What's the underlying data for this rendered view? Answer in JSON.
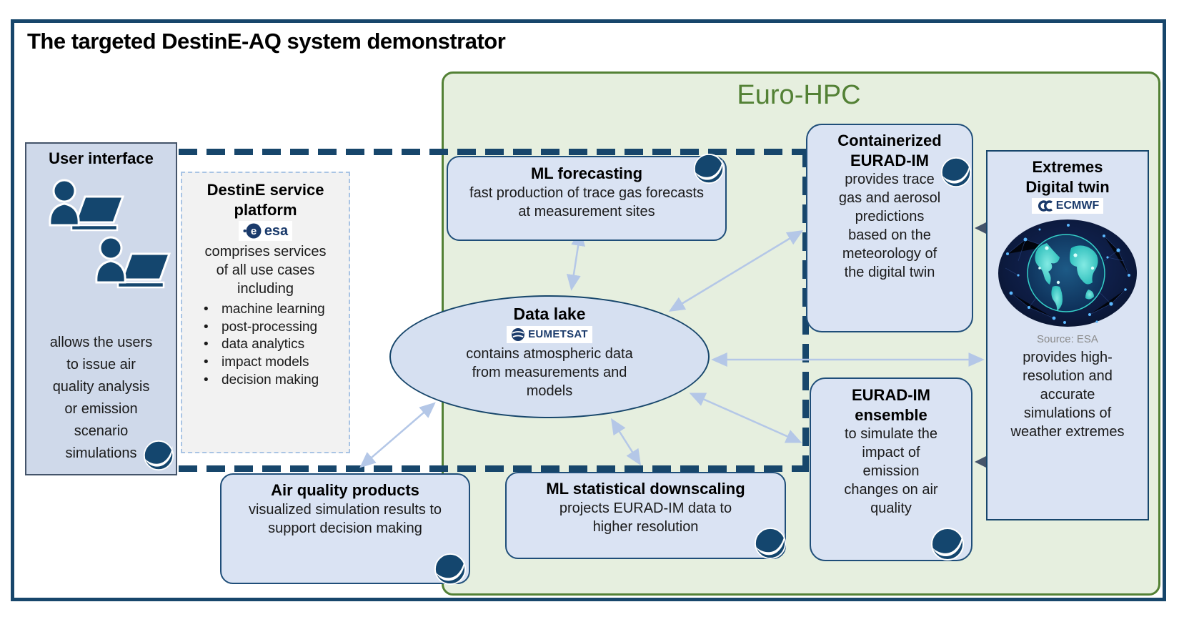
{
  "title": "The targeted DestinE-AQ system demonstrator",
  "hpc": {
    "label": "Euro-HPC"
  },
  "colors": {
    "frame_border": "#17466b",
    "hpc_border": "#538135",
    "hpc_fill": "#e6efdf",
    "hpc_label_green": "#538135",
    "node_fill": "#dae3f3",
    "node_border": "#1f4e79",
    "dashed_link": "#17466b",
    "light_arrow": "#b4c7e7",
    "dark_arrow": "#44546a"
  },
  "boxes": {
    "user_interface": {
      "title": "User interface",
      "body": "allows the users to issue air quality analysis or emission scenario simulations"
    },
    "destine_platform": {
      "title": "DestinE service platform",
      "logo": "esa",
      "intro": "comprises services of all use cases including",
      "bullets": [
        "machine learning",
        "post-processing",
        "data analytics",
        "impact models",
        "decision making"
      ]
    },
    "ml_forecasting": {
      "title": "ML forecasting",
      "body": "fast production of trace gas forecasts at measurement sites"
    },
    "data_lake": {
      "title": "Data lake",
      "logo": "EUMETSAT",
      "body": "contains atmospheric data from measurements and models"
    },
    "containerized_eurad": {
      "title": "Containerized EURAD-IM",
      "body": "provides trace gas and aerosol predictions based on the meteorology of the digital twin"
    },
    "eurad_ensemble": {
      "title": "EURAD-IM ensemble",
      "body": "to simulate the impact of emission changes on air quality"
    },
    "extremes_twin": {
      "title": "Extremes Digital twin",
      "logo": "ECMWF",
      "image_caption": "Source: ESA",
      "body": "provides high-resolution and accurate simulations of weather extremes"
    },
    "air_quality": {
      "title": "Air quality products",
      "body": "visualized simulation results to support decision making"
    },
    "ml_downscaling": {
      "title": "ML statistical downscaling",
      "body": "projects EURAD-IM data to higher resolution"
    }
  },
  "logos": {
    "esa": "esa",
    "eumetsat": "EUMETSAT",
    "ecmwf": "ECMWF"
  }
}
